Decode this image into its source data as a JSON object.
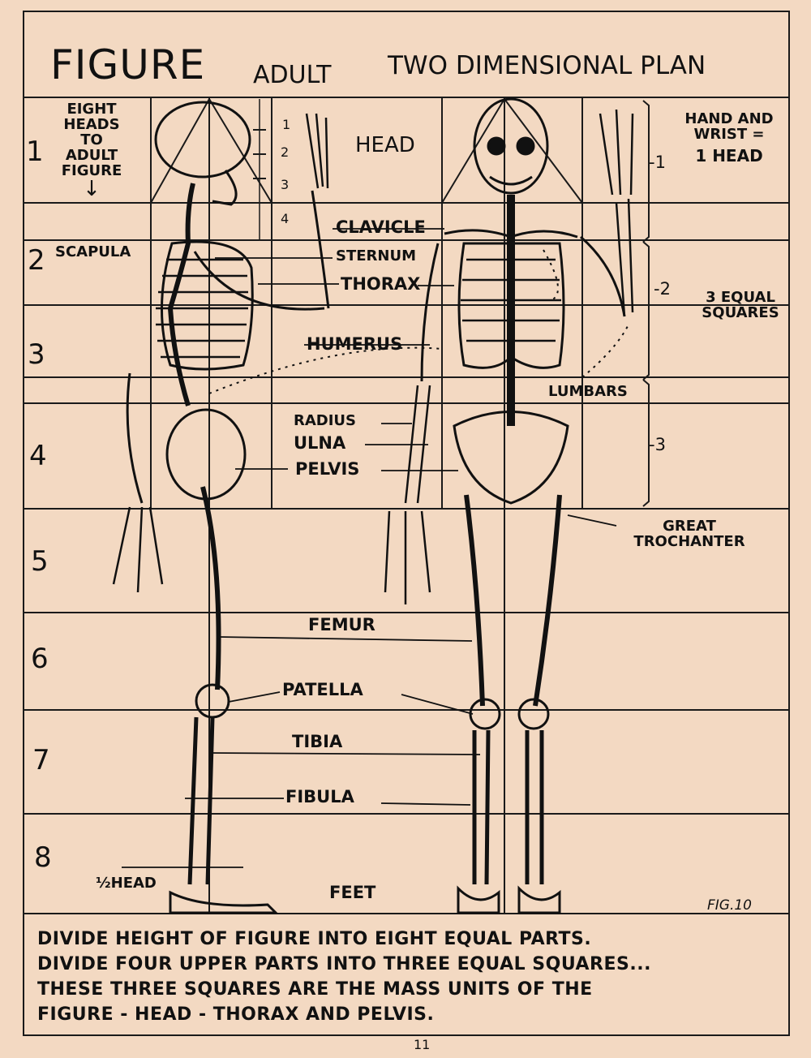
{
  "header": {
    "title": "FIGURE",
    "subtitle_adult": "ADULT",
    "subtitle_plan": "TWO DIMENSIONAL PLAN"
  },
  "left_note": [
    "EIGHT",
    "HEADS",
    "TO",
    "ADULT",
    "FIGURE"
  ],
  "left_arrow": "↓",
  "head_divisions": [
    "1",
    "2",
    "3",
    "4",
    "5",
    "6",
    "7",
    "8"
  ],
  "hand_ticks": [
    "1",
    "2",
    "3",
    "4"
  ],
  "right_note": {
    "hand_wrist": [
      "HAND AND",
      "WRIST =",
      "1 HEAD"
    ],
    "squares": [
      "3 EQUAL",
      "SQUARES"
    ],
    "bracket_numbers": [
      "-1",
      "-2",
      "-3"
    ]
  },
  "labels": {
    "head": "HEAD",
    "scapula": "SCAPULA",
    "clavicle": "CLAVICLE",
    "sternum": "STERNUM",
    "thorax": "THORAX",
    "humerus": "HUMERUS",
    "lumbars": "LUMBARS",
    "radius": "RADIUS",
    "ulna": "ULNA",
    "pelvis": "PELVIS",
    "great_trochanter": [
      "GREAT",
      "TROCHANTER"
    ],
    "femur": "FEMUR",
    "patella": "PATELLA",
    "tibia": "TIBIA",
    "fibula": "FIBULA",
    "half_head": "½HEAD",
    "feet": "FEET",
    "fig": "FIG.10"
  },
  "caption": [
    "DIVIDE HEIGHT OF FIGURE INTO EIGHT EQUAL PARTS.",
    "DIVIDE FOUR UPPER PARTS INTO THREE EQUAL SQUARES...",
    "THESE THREE SQUARES ARE THE MASS UNITS OF THE",
    "FIGURE - HEAD - THORAX AND PELVIS."
  ],
  "page_number": "11"
}
